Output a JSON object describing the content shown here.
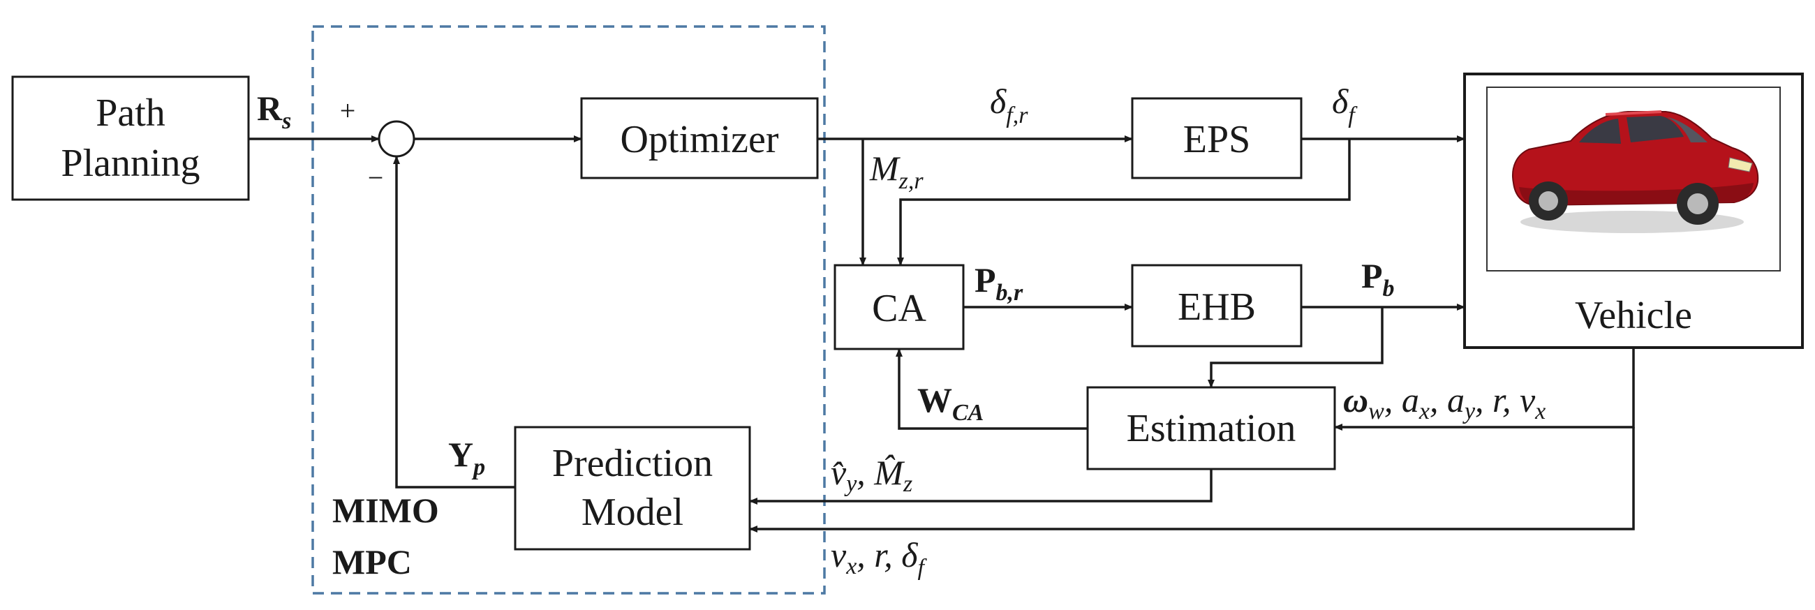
{
  "blocks": {
    "path_planning": [
      "Path",
      "Planning"
    ],
    "optimizer": "Optimizer",
    "eps": "EPS",
    "ca": "CA",
    "ehb": "EHB",
    "estimation": "Estimation",
    "prediction_model": [
      "Prediction",
      "Model"
    ],
    "vehicle": "Vehicle"
  },
  "controller_group": [
    "MIMO",
    "MPC"
  ],
  "summing_junction": {
    "plus": "+",
    "minus": "−"
  },
  "signals": {
    "rs": {
      "main": "R",
      "sub": "s"
    },
    "delta_fr": {
      "main": "δ",
      "sub": "f,r"
    },
    "delta_f": {
      "main": "δ",
      "sub": "f"
    },
    "mzr": {
      "main": "M",
      "sub": "z,r"
    },
    "pbr": {
      "main": "P",
      "sub": "b,r"
    },
    "pb": {
      "main": "P",
      "sub": "b"
    },
    "wca": {
      "main": "W",
      "sub": "CA"
    },
    "yp": {
      "main": "Y",
      "sub": "p"
    },
    "measurements": {
      "omega": "ω",
      "omega_sub": "w",
      "rest_a": ", a",
      "ax_sub": "x",
      "rest_b": ", a",
      "ay_sub": "y",
      "rest_c": ", r, v",
      "vx_sub": "x"
    },
    "estimates": {
      "vy": "v̂",
      "vy_sub": "y",
      "sep": ", ",
      "mz": "M̂",
      "mz_sub": "z"
    },
    "feedback": {
      "vx": "v",
      "vx_sub": "x",
      "mid": ", r, ",
      "df": "δ",
      "df_sub": "f"
    }
  },
  "colors": {
    "controller_boundary": "#4d79a4",
    "car_body": "#b5121b",
    "line": "#1a1a1a"
  }
}
